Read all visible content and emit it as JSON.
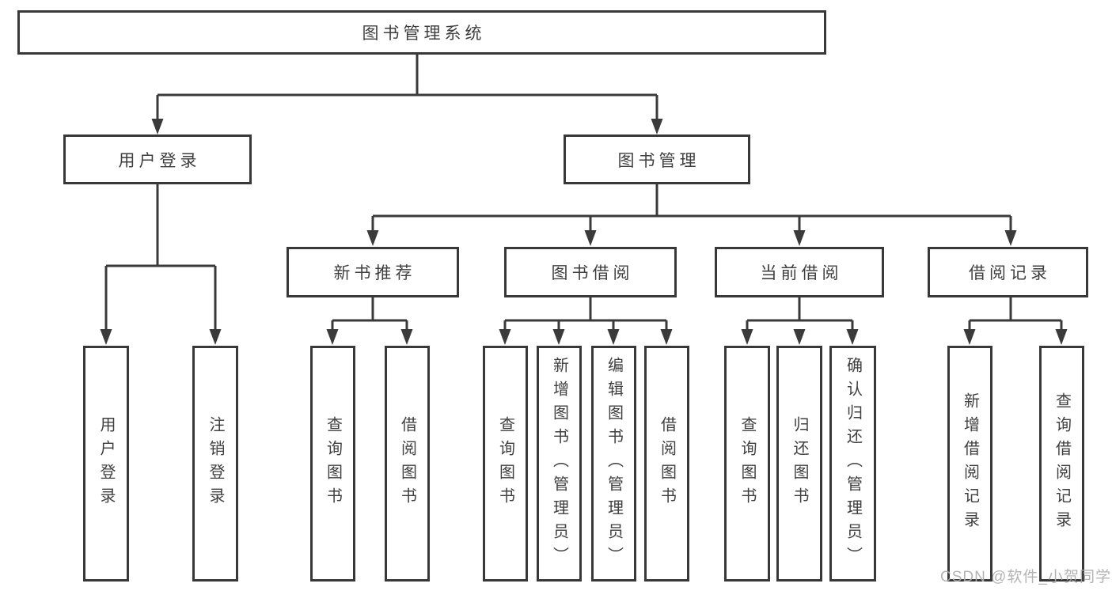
{
  "colors": {
    "line": "#3a3a3a",
    "box_border": "#383838",
    "text": "#3f3f3f",
    "watermark": "#adadad",
    "background": "#ffffff"
  },
  "watermark": {
    "text": "CSDN @软件_小贺同学"
  },
  "tree": {
    "root": {
      "label": "图书管理系统"
    },
    "branches": [
      {
        "label": "用户登录",
        "children": [
          {
            "label": "用户登录"
          },
          {
            "label": "注销登录"
          }
        ]
      },
      {
        "label": "图书管理",
        "children": [
          {
            "label": "新书推荐",
            "children": [
              {
                "label": "查询图书"
              },
              {
                "label": "借阅图书"
              }
            ]
          },
          {
            "label": "图书借阅",
            "children": [
              {
                "label": "查询图书"
              },
              {
                "label": "新增图书（管理员）"
              },
              {
                "label": "编辑图书（管理员）"
              },
              {
                "label": "借阅图书"
              }
            ]
          },
          {
            "label": "当前借阅",
            "children": [
              {
                "label": "查询图书"
              },
              {
                "label": "归还图书"
              },
              {
                "label": "确认归还（管理员）"
              }
            ]
          },
          {
            "label": "借阅记录",
            "children": [
              {
                "label": "新增借阅记录"
              },
              {
                "label": "查询借阅记录"
              }
            ]
          }
        ]
      }
    ]
  }
}
